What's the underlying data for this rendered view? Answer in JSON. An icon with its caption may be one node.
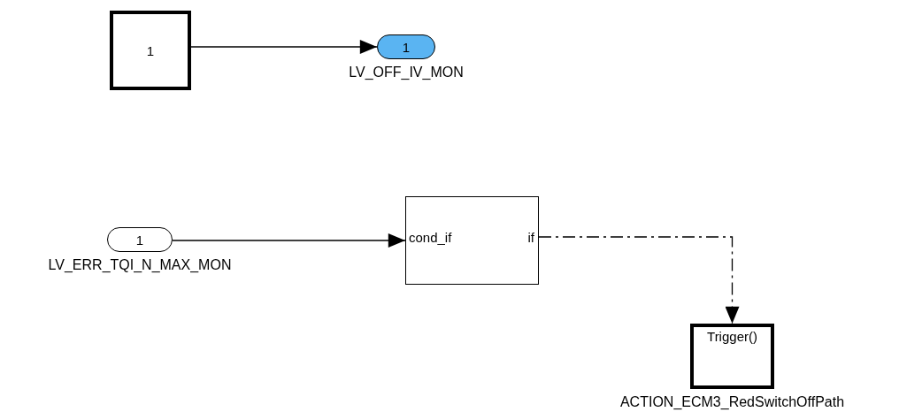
{
  "diagram": {
    "nodes": [
      {
        "text": [
          "1"
        ]
      },
      {
        "text": [
          "1"
        ],
        "beside": [
          "LV_OFF_IV_MON"
        ]
      },
      {
        "text": [
          "1"
        ],
        "beside": [
          "LV_ERR_TQI_N_MAX_MON"
        ]
      },
      {
        "text": [
          "cond_if",
          "if"
        ]
      },
      {
        "text": [
          "Trigger()"
        ],
        "beside": [
          "ACTION_ECM3_RedSwitchOffPath"
        ]
      }
    ],
    "edges": [
      {
        "from": 0,
        "to": 1,
        "arrow": "to"
      },
      {
        "from": 2,
        "to": 3,
        "arrow": "to"
      },
      {
        "from": 3,
        "to": 4,
        "arrow": "to",
        "style": "dashed"
      }
    ]
  }
}
